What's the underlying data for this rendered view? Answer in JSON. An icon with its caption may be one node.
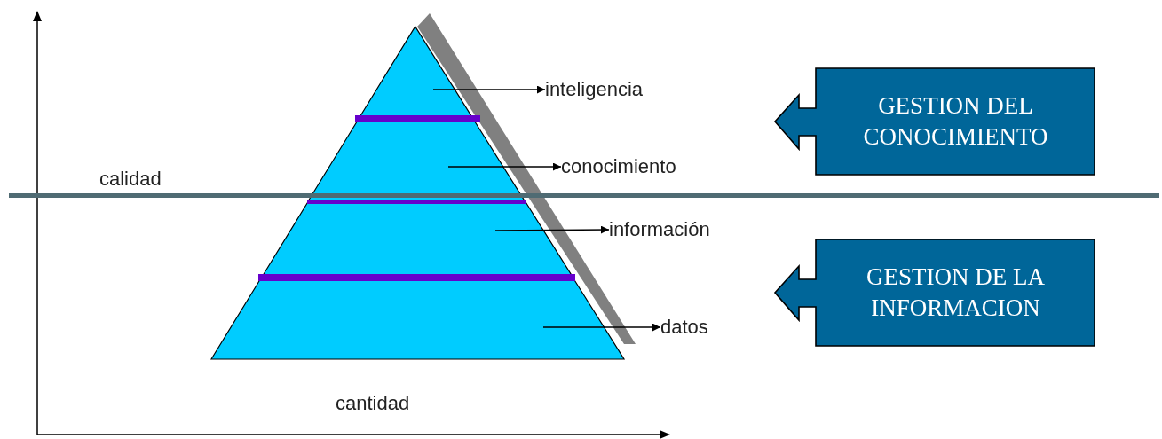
{
  "diagram": {
    "nodes": [
      {
        "text": [],
        "shape": "triangle"
      },
      {
        "text": [],
        "shape": "trapezoid"
      },
      {
        "text": [],
        "shape": "trapezoid"
      },
      {
        "text": [],
        "shape": "trapezoid"
      },
      {
        "text": [
          "inteligencia"
        ]
      },
      {
        "text": [
          "conocimiento"
        ]
      },
      {
        "text": [
          "información"
        ]
      },
      {
        "text": [
          "datos"
        ]
      },
      {
        "text": [
          "GESTION DEL CONOCIMIENTO"
        ]
      },
      {
        "text": [
          "GESTION DE LA INFORMACION"
        ]
      }
    ],
    "edges": [
      {
        "from": 0,
        "to": 4,
        "arrow": "to"
      },
      {
        "from": 1,
        "to": 5,
        "arrow": "to"
      },
      {
        "from": 2,
        "to": 6,
        "arrow": "to"
      },
      {
        "from": 3,
        "to": 7,
        "arrow": "to"
      }
    ],
    "labels": [
      "calidad",
      "cantidad"
    ]
  }
}
